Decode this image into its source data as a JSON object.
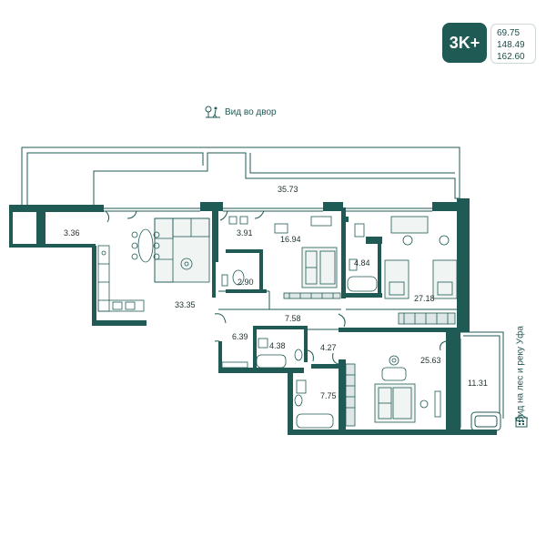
{
  "badge": {
    "label": "3K+"
  },
  "areas": {
    "a1": "69.75",
    "a2": "148.49",
    "a3": "162.60"
  },
  "views": {
    "top": "Вид во двор",
    "right": "Вид на лес и реку Уфа"
  },
  "icons": {
    "tree": "tree-walk-icon",
    "building": "building-icon"
  },
  "colors": {
    "wall": "#1f5a55",
    "line": "#1f5a55",
    "accent": "#1f5a55",
    "light": "#cfd8d7"
  },
  "rooms": [
    {
      "id": "balcony",
      "label": "35.73"
    },
    {
      "id": "storage-left",
      "label": "3.36"
    },
    {
      "id": "living",
      "label": "33.35"
    },
    {
      "id": "closet",
      "label": "3.91"
    },
    {
      "id": "bedroom-mid",
      "label": "16.94"
    },
    {
      "id": "bath-small",
      "label": "2.90"
    },
    {
      "id": "bath-mid",
      "label": "4.84"
    },
    {
      "id": "bedroom-right",
      "label": "27.18"
    },
    {
      "id": "hall",
      "label": "7.58"
    },
    {
      "id": "hall-small",
      "label": "6.39"
    },
    {
      "id": "bath-center",
      "label": "4.38"
    },
    {
      "id": "corridor",
      "label": "4.27"
    },
    {
      "id": "bedroom-bottom",
      "label": "25.63"
    },
    {
      "id": "bath-bottom",
      "label": "7.75"
    },
    {
      "id": "terrace",
      "label": "11.31"
    }
  ]
}
